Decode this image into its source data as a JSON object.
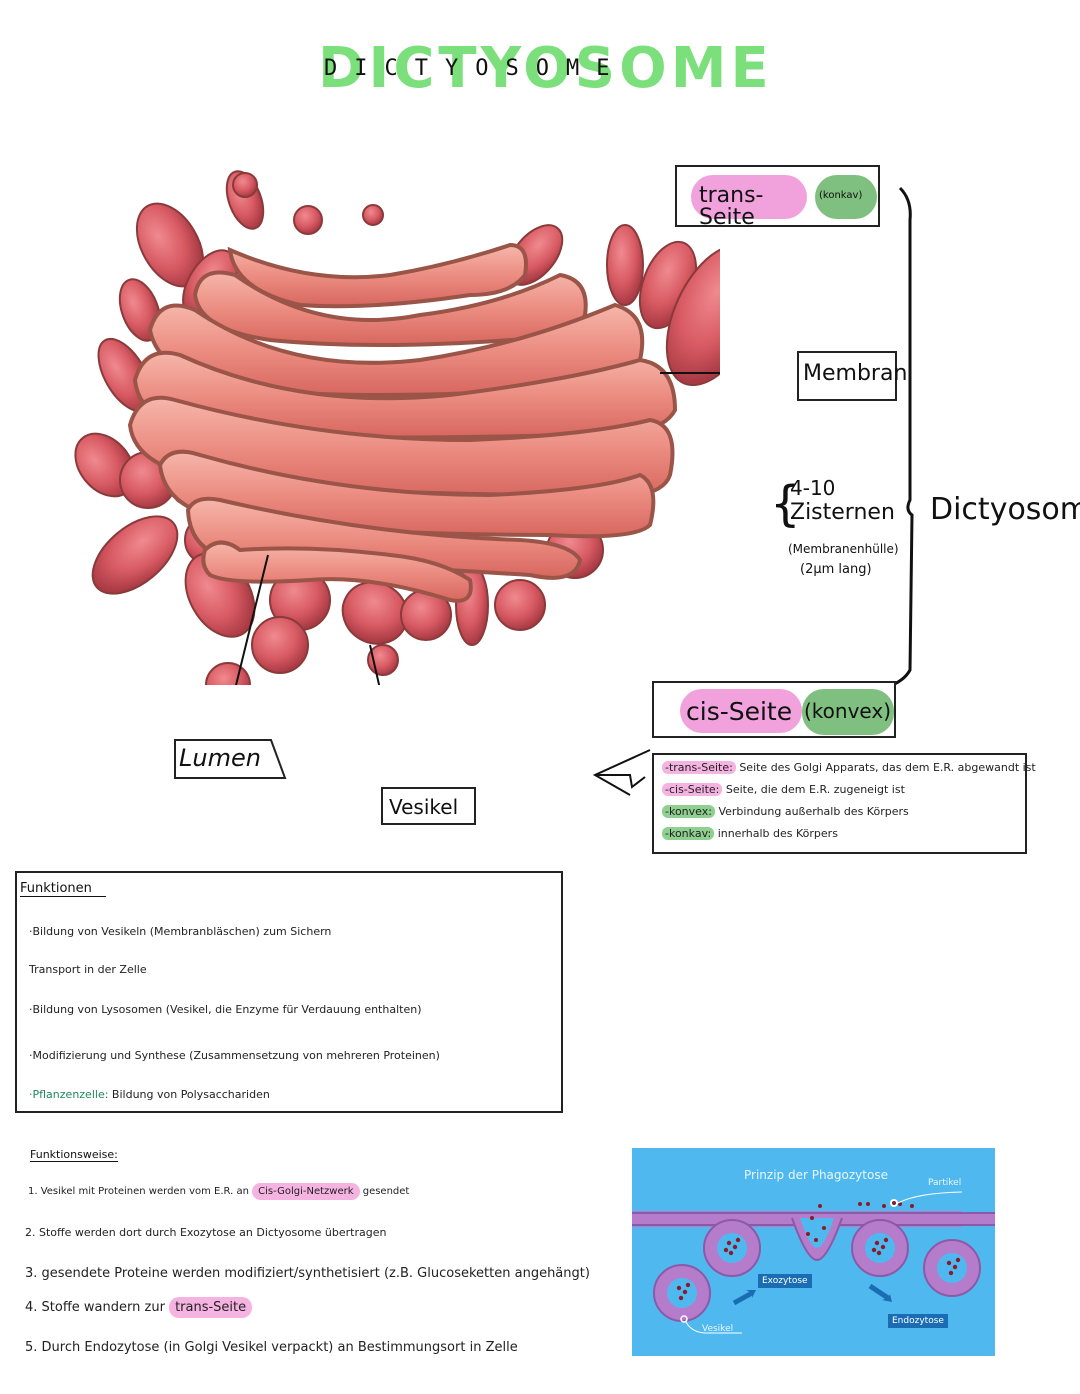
{
  "title": {
    "main": "DICTYOSOME",
    "overlay": "DICTYOSOME"
  },
  "colors": {
    "title_green": "#7be07b",
    "highlight_pink": "#f1a2dc",
    "highlight_green": "#7fbf7f",
    "phago_bg": "#4fb9ef",
    "membrane_purple": "#b57ccb",
    "organelle_red": "#d9636b"
  },
  "diagram": {
    "trans_side": {
      "label": "trans-Seite",
      "note": "(konkav)"
    },
    "membrane_label": "Membran",
    "cisternae": {
      "count": "4-10",
      "label": "Zisternen",
      "note1": "(Membranenhülle)",
      "note2": "(2µm lang)"
    },
    "dictyosome_label": "Dictyosom",
    "cis_side": {
      "label": "cis-Seite",
      "note": "(konvex)"
    },
    "lumen_label": "Lumen",
    "vesicle_label": "Vesikel"
  },
  "legend": {
    "items": [
      {
        "term": "-trans-Seite:",
        "text": "Seite des Golgi Apparats, das dem E.R. abgewandt ist",
        "color": "pink"
      },
      {
        "term": "-cis-Seite:",
        "text": "Seite, die dem E.R. zugeneigt ist",
        "color": "pink"
      },
      {
        "term": "-konvex:",
        "text": "Verbindung außerhalb des Körpers",
        "color": "green"
      },
      {
        "term": "-konkav:",
        "text": "innerhalb des Körpers",
        "color": "green"
      }
    ]
  },
  "functions": {
    "heading": "Funktionen",
    "items": [
      "·Bildung von Vesikeln (Membranbläschen) zum Sichern",
      "Transport in der Zelle",
      "·Bildung von Lysosomen (Vesikel, die Enzyme für Verdauung enthalten)",
      "·Modifizierung und Synthese (Zusammensetzung von mehreren Proteinen)"
    ],
    "plant_label": "·Pflanzenzelle:",
    "plant_text": "Bildung von Polysacchariden"
  },
  "mode": {
    "heading": "Funktionsweise:",
    "step1_pre": "1. Vesikel mit Proteinen werden vom E.R. an",
    "step1_hl": "Cis-Golgi-Netzwerk",
    "step1_post": "gesendet",
    "step2": "2. Stoffe werden dort durch Exozytose an Dictyosome übertragen",
    "step3": "3. gesendete Proteine werden modifiziert/synthetisiert (z.B. Glucoseketten angehängt)",
    "step4_pre": "4. Stoffe wandern zur",
    "step4_hl": "trans-Seite",
    "step5": "5. Durch Endozytose (in Golgi Vesikel verpackt) an Bestimmungsort in Zelle"
  },
  "phagocytosis": {
    "title": "Prinzip der Phagozytose",
    "particle_label": "Partikel",
    "exo_label": "Exozytose",
    "endo_label": "Endozytose",
    "vesicle_label": "Vesikel"
  }
}
